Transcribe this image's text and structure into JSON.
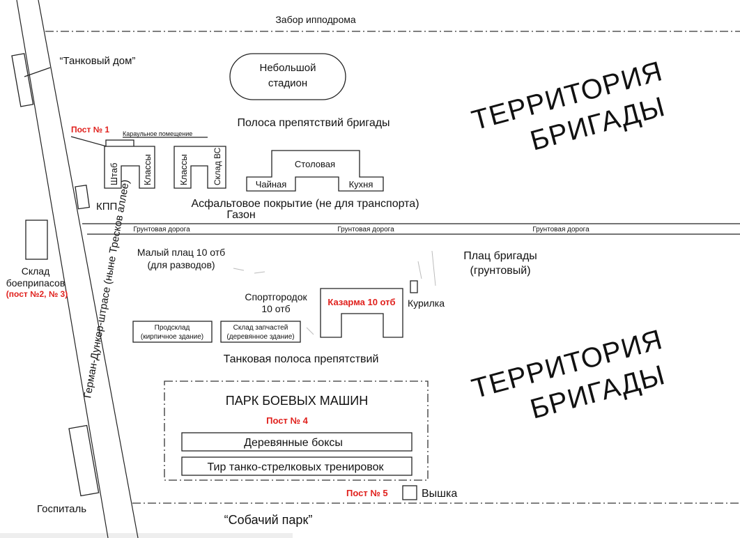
{
  "labels": {
    "fence": "Забор ипподрома",
    "tank_house": "“Танковый дом”",
    "stadium_l1": "Небольшой",
    "stadium_l2": "стадион",
    "obstacle_course": "Полоса препятствий бригады",
    "territory_l1": "ТЕРРИТОРИЯ",
    "territory_l2": "БРИГАДЫ",
    "post1": "Пост № 1",
    "guard_room": "Караульное помещение",
    "hq": "Штаб",
    "classes_1": "Классы",
    "classes_2": "Классы",
    "warehouse_vs": "Склад ВС",
    "canteen": "Столовая",
    "tea_room": "Чайная",
    "kitchen": "Кухня",
    "kpp": "КПП",
    "asphalt": "Асфальтовое покрытие (не для транспорта)",
    "lawn": "Газон",
    "dirt_road": "Грунтовая дорога",
    "ammo_l1": "Склад",
    "ammo_l2": "боеприпасов",
    "ammo_posts": "(пост №2, № 3)",
    "street": "Герман-Дункер-штрасе (ныне Тресков аллее)",
    "small_parade_l1": "Малый плац 10 отб",
    "small_parade_l2": "(для разводов)",
    "brigade_parade_l1": "Плац бригады",
    "brigade_parade_l2": "(грунтовый)",
    "sports_l1": "Спортгородок",
    "sports_l2": "10 отб",
    "barracks": "Казарма 10 отб",
    "smoking": "Курилка",
    "food_store_l1": "Продсклад",
    "food_store_l2": "(кирпичное здание)",
    "parts_store_l1": "Склад запчастей",
    "parts_store_l2": "(деревянное здание)",
    "tank_course": "Танковая полоса препятствий",
    "vehicle_park": "ПАРК БОЕВЫХ МАШИН",
    "post4": "Пост № 4",
    "wooden_boxes": "Деревянные боксы",
    "shooting_range": "Тир  танко-стрелковых тренировок",
    "post5": "Пост № 5",
    "tower": "Вышка",
    "hospital": "Госпиталь",
    "dog_park": "“Собачий парк”"
  }
}
